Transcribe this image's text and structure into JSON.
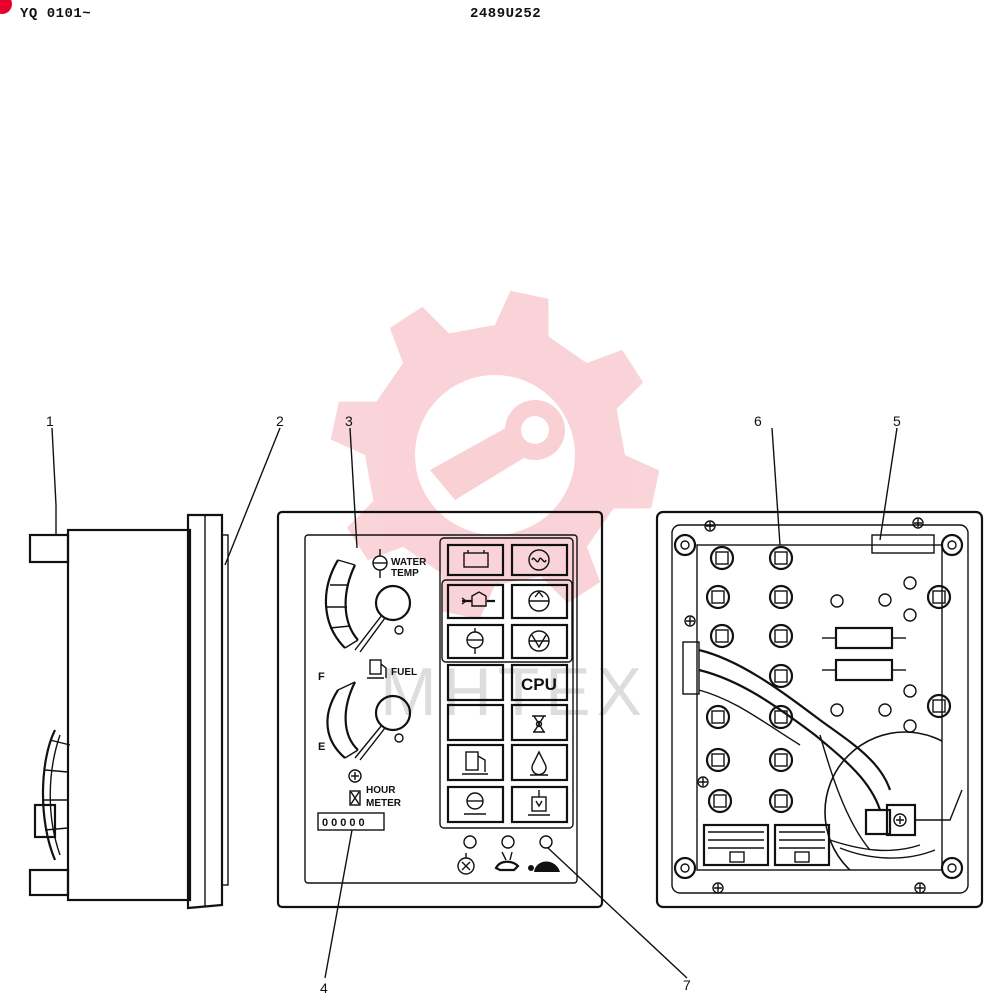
{
  "header": {
    "serial_range": "YQ 0101~",
    "part_code": "2489U252"
  },
  "callouts": {
    "c1": "1",
    "c2": "2",
    "c3": "3",
    "c4": "4",
    "c5": "5",
    "c6": "6",
    "c7": "7"
  },
  "front_panel": {
    "water_temp_line1": "WATER",
    "water_temp_line2": "TEMP",
    "fuel_label": "FUEL",
    "fuel_full": "F",
    "fuel_empty": "E",
    "hour_meter_line1": "HOUR",
    "hour_meter_line2": "METER",
    "hour_meter_digits": "00000",
    "cpu_label": "CPU"
  },
  "watermark": {
    "text": "MHTEX",
    "color": "#f2a0a8"
  },
  "colors": {
    "line": "#111111",
    "accent_red": "#e6002d"
  }
}
